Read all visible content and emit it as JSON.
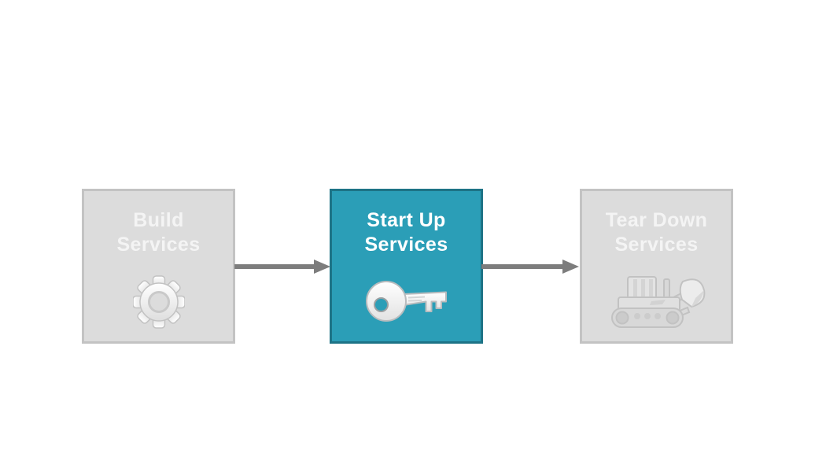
{
  "diagram": {
    "name": "services-lifecycle-flow",
    "steps": [
      {
        "label": "Build Services",
        "icon": "gear-icon",
        "state": "inactive"
      },
      {
        "label": "Start Up Services",
        "icon": "key-icon",
        "state": "active"
      },
      {
        "label": "Tear Down Services",
        "icon": "bulldozer-icon",
        "state": "inactive"
      }
    ],
    "arrows": [
      {
        "from": "Build Services",
        "to": "Start Up Services"
      },
      {
        "from": "Start Up Services",
        "to": "Tear Down Services"
      }
    ]
  },
  "colors": {
    "page-bg": "#ffffff",
    "active-fill": "#2b9eb7",
    "active-border": "#1d7386",
    "inactive-fill": "#dcdcdc",
    "inactive-border": "#c3c3c3",
    "active-text": "#ffffff",
    "inactive-text": "#f4f4f4",
    "arrow": "#7d7d7d"
  }
}
